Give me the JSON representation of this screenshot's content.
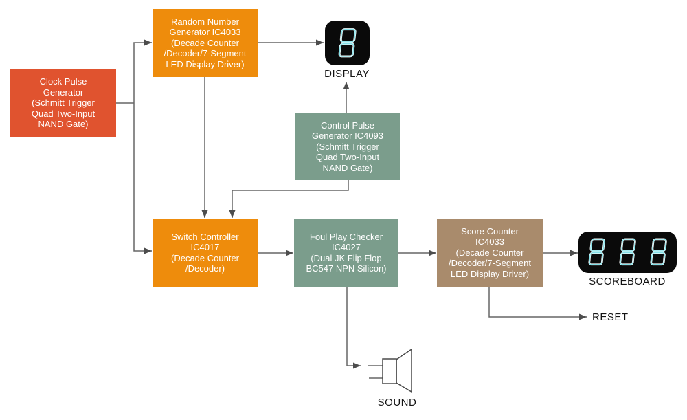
{
  "blocks": {
    "clock_pulse_generator": {
      "label": "Clock Pulse\nGenerator\n(Schmitt Trigger\nQuad Two-Input\nNAND Gate)",
      "color": "#E0532F"
    },
    "random_number_generator": {
      "label": "Random Number\nGenerator IC4033\n(Decade Counter\n/Decoder/7-Segment\nLED Display Driver)",
      "color": "#EE8C0C"
    },
    "control_pulse_generator": {
      "label": "Control Pulse\nGenerator IC4093\n(Schmitt Trigger\nQuad Two-Input\nNAND Gate)",
      "color": "#7B9D8C"
    },
    "switch_controller": {
      "label": "Switch Controller\nIC4017\n(Decade Counter\n/Decoder)",
      "color": "#EE8C0C"
    },
    "foul_play_checker": {
      "label": "Foul Play Checker\nIC4027\n(Dual JK Flip Flop\nBC547 NPN Silicon)",
      "color": "#7B9D8C"
    },
    "score_counter": {
      "label": "Score Counter\nIC4033\n(Decade Counter\n/Decoder/7-Segment\nLED Display Driver)",
      "color": "#A98B6C"
    }
  },
  "outputs": {
    "display": {
      "label": "DISPLAY",
      "digits": "8"
    },
    "scoreboard": {
      "label": "SCOREBOARD",
      "digits": "888"
    },
    "reset_label": "RESET",
    "sound_label": "SOUND"
  },
  "colors": {
    "segment_cyan": "#84E0E8",
    "segment_outline": "#FFFFFF",
    "connector": "#666666",
    "arrow": "#4D4D4D",
    "display_bg": "#0A0A0A"
  }
}
